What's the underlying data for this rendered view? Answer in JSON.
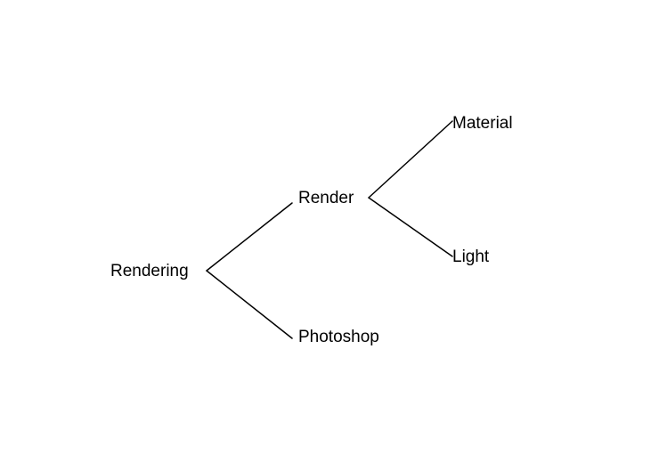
{
  "diagram": {
    "type": "tree",
    "colors": {
      "background": "#ffffff",
      "line": "#000000",
      "text": "#000000"
    },
    "nodes": {
      "root": {
        "label": "Rendering"
      },
      "render": {
        "label": "Render"
      },
      "photoshop": {
        "label": "Photoshop"
      },
      "material": {
        "label": "Material"
      },
      "light": {
        "label": "Light"
      }
    },
    "edges": [
      {
        "from": "root",
        "to": "render"
      },
      {
        "from": "root",
        "to": "photoshop"
      },
      {
        "from": "render",
        "to": "material"
      },
      {
        "from": "render",
        "to": "light"
      }
    ]
  }
}
